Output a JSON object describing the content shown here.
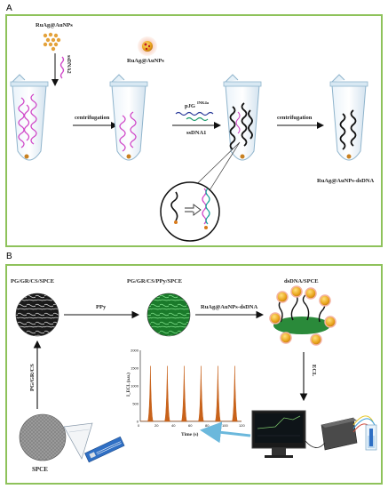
{
  "panel_a": {
    "letter": "A",
    "labels": {
      "ruag_top": "RuAg@AuNPs",
      "ssdna2": "ssDNA2",
      "ruag_bead": "RuAg@AuNPs",
      "centrifugation_1": "centrifugation",
      "pjg": "pJG",
      "pjg_sup": "INK4a",
      "ssdna1": "ssDNA1",
      "centrifugation_2": "centrifugation",
      "product": "RuAg@AuNPs-dsDNA"
    }
  },
  "panel_b": {
    "letter": "B",
    "labels": {
      "pg_gr_cs_spce": "PG/GR/CS/SPCE",
      "ppy": "PPy",
      "pg_gr_cs_ppy_spce": "PG/GR/CS/PPy/SPCE",
      "ruag_dsdna": "RuAg@AuNPs-dsDNA",
      "dsdna_spce": "dsDNA/SPCE",
      "pg_gr_cs": "PG/GR/CS",
      "ecl": "ECL",
      "spce": "SPCE"
    },
    "chart_data": {
      "type": "line",
      "title": "",
      "xlabel": "Time (s)",
      "ylabel": "I_ECL (a.u.)",
      "xlim": [
        0,
        120
      ],
      "ylim": [
        0,
        2000
      ],
      "x_ticks": [
        "0",
        "20",
        "40",
        "60",
        "80",
        "100",
        "120"
      ],
      "y_ticks": [
        "0",
        "500",
        "1000",
        "1500",
        "2000"
      ],
      "peaks": [
        {
          "x": 12,
          "y": 1560
        },
        {
          "x": 32,
          "y": 1560
        },
        {
          "x": 52,
          "y": 1560
        },
        {
          "x": 72,
          "y": 1560
        },
        {
          "x": 92,
          "y": 1560
        },
        {
          "x": 112,
          "y": 1560
        }
      ],
      "series_color": "#c8621a"
    }
  }
}
